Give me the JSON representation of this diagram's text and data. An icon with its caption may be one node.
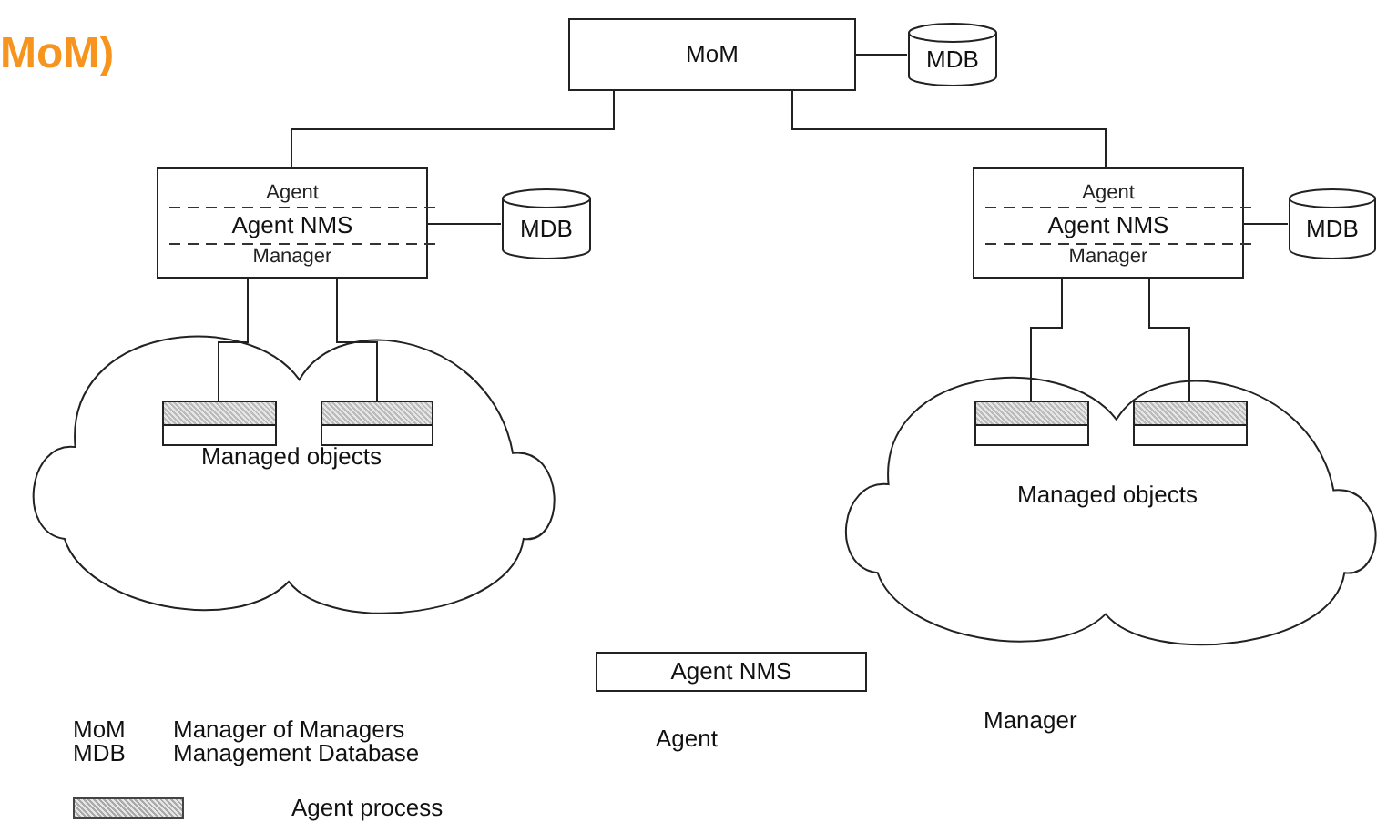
{
  "diagram": {
    "nodes": [
      {
        "text": [
          "MoM"
        ]
      },
      {
        "text": [
          "MDB"
        ]
      },
      {
        "text": [
          "Agent",
          "Agent NMS",
          "Manager"
        ]
      },
      {
        "text": [
          "MDB"
        ]
      },
      {
        "text": [
          "Managed objects"
        ]
      },
      {
        "text": [],
        "shape": "box",
        "in": 4
      },
      {
        "text": [],
        "shape": "box",
        "in": 4
      },
      {
        "text": [
          "Agent",
          "Agent NMS",
          "Manager"
        ]
      },
      {
        "text": [
          "MDB"
        ]
      },
      {
        "text": [
          "Managed objects"
        ]
      },
      {
        "text": [],
        "shape": "box",
        "in": 9
      },
      {
        "text": [],
        "shape": "box",
        "in": 9
      },
      {
        "text": [
          "Agent NMS"
        ]
      }
    ],
    "edges": [
      {
        "from": 0,
        "to": 1,
        "arrow": "none"
      },
      {
        "from": 0,
        "to": 2,
        "arrow": "none"
      },
      {
        "from": 0,
        "to": 7,
        "arrow": "none"
      },
      {
        "from": 2,
        "to": 3,
        "arrow": "none"
      },
      {
        "from": 2,
        "to": 5,
        "arrow": "none"
      },
      {
        "from": 2,
        "to": 6,
        "arrow": "none"
      },
      {
        "from": 7,
        "to": 8,
        "arrow": "none"
      },
      {
        "from": 7,
        "to": 10,
        "arrow": "none"
      },
      {
        "from": 7,
        "to": 11,
        "arrow": "none"
      }
    ],
    "labels": [
      "MoM)",
      "MoM",
      "Manager of Managers",
      "MDB",
      "Management Database",
      "Manager",
      "Agent"
    ],
    "legend": [
      {
        "text": "Agent process"
      }
    ]
  }
}
